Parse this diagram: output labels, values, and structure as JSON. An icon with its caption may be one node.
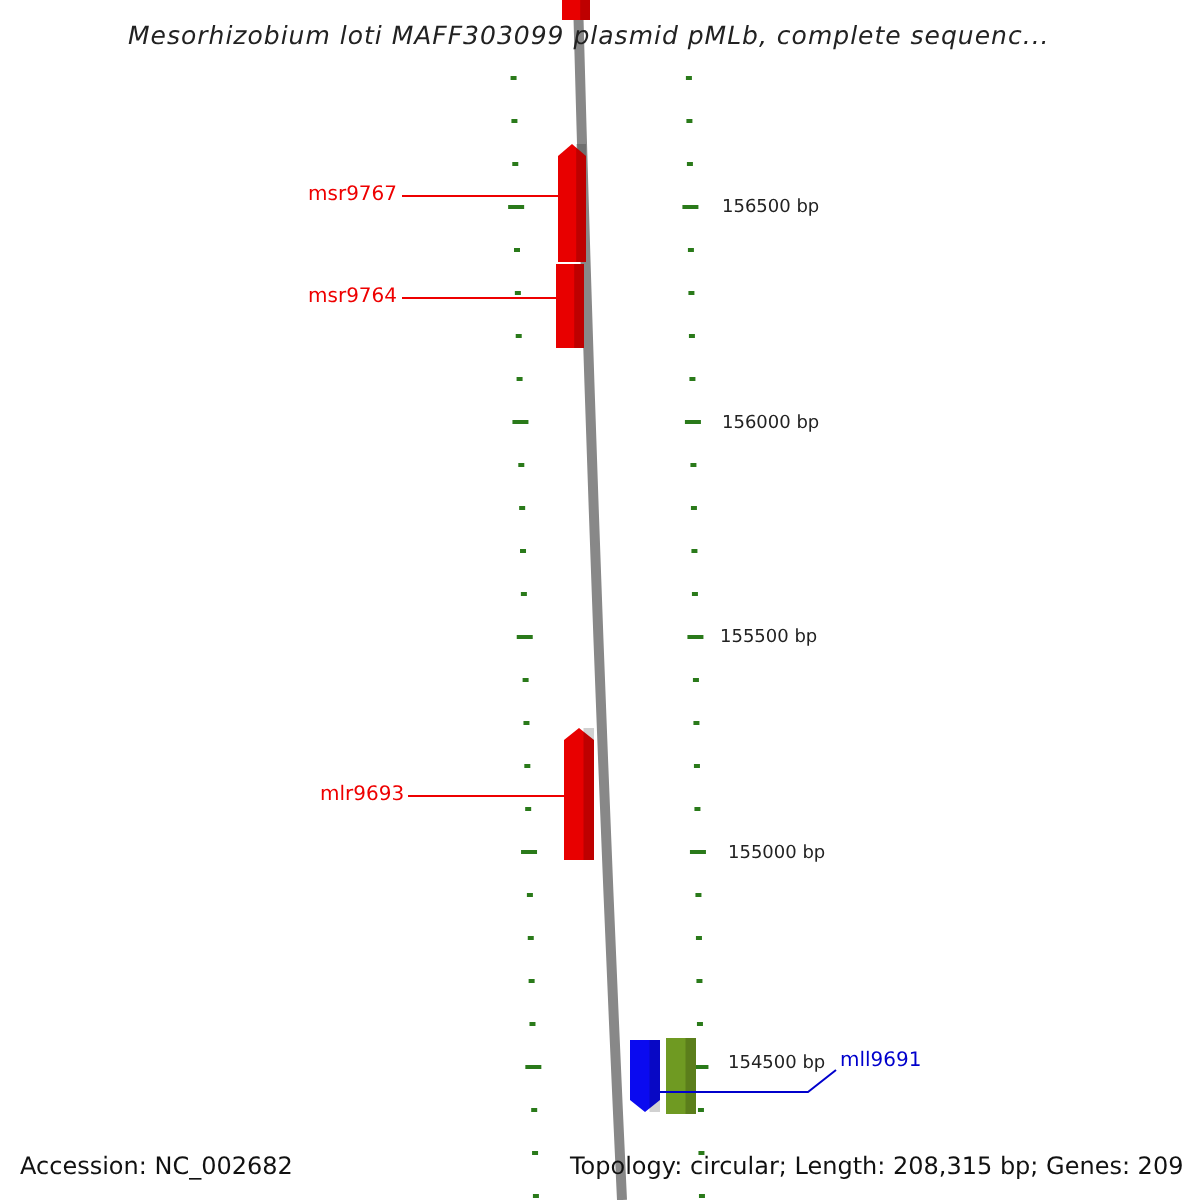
{
  "diagram": {
    "title": "Mesorhizobium loti MAFF303099 plasmid pMLb, complete sequenc...",
    "nodes": [
      {
        "text": [],
        "shape": "bar"
      },
      {
        "text": [],
        "shape": "bar"
      },
      {
        "text": [],
        "shape": "bar"
      },
      {
        "text": [],
        "shape": "bar"
      },
      {
        "text": [],
        "shape": "bar"
      },
      {
        "text": [],
        "shape": "bar"
      },
      {
        "text": [
          "msr9767"
        ]
      },
      {
        "text": [
          "msr9764"
        ]
      },
      {
        "text": [
          "mlr9693"
        ]
      },
      {
        "text": [
          "mll9691"
        ]
      }
    ],
    "edges": [
      {
        "from": 6,
        "to": 1,
        "arrow": "none"
      },
      {
        "from": 7,
        "to": 2,
        "arrow": "none"
      },
      {
        "from": 8,
        "to": 3,
        "arrow": "none"
      },
      {
        "from": 9,
        "to": 4,
        "arrow": "none",
        "color": "#0000cc"
      }
    ],
    "labels": [
      "156500 bp",
      "156000 bp",
      "155500 bp",
      "155000 bp",
      "154500 bp",
      "Accession: NC_002682",
      "Topology: circular; Length: 208,315 bp; Genes: 209"
    ]
  }
}
